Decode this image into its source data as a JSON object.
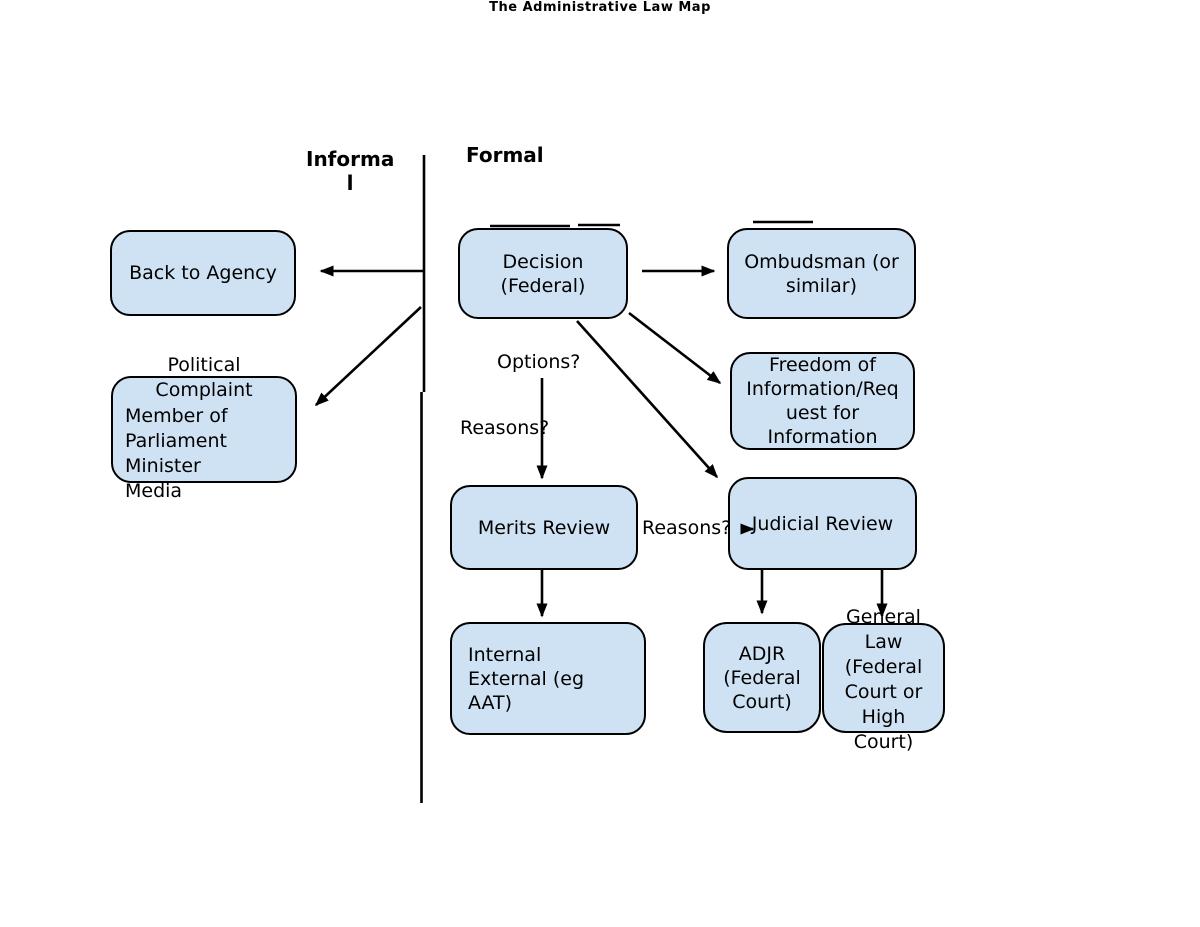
{
  "title": "The Administrative Law Map",
  "sections": {
    "informal_label": "Informa\nl",
    "formal_label": "Formal"
  },
  "nodes": {
    "back_to_agency": {
      "label": "Back to Agency"
    },
    "political": {
      "label_top": "Political\nComplaint",
      "label_list": "Member of\nParliament\nMinister\nMedia"
    },
    "decision": {
      "label": "Decision\n(Federal)"
    },
    "ombudsman": {
      "label": "Ombudsman (or\nsimilar)"
    },
    "foi": {
      "label": "Freedom of\nInformation/Req\nuest for\nInformation"
    },
    "merits_review": {
      "label": "Merits Review"
    },
    "judicial_review": {
      "label": "Judicial Review"
    },
    "internal_external": {
      "label": "Internal\nExternal (eg\nAAT)"
    },
    "adjr": {
      "label": "ADJR\n(Federal\nCourt)"
    },
    "general_law": {
      "label": "General\nLaw\n(Federal\nCourt or\nHigh\nCourt)"
    }
  },
  "labels": {
    "options": "Options?",
    "reasons_merits": "Reasons?",
    "reasons_judicial": "Reasons?"
  },
  "colors": {
    "box_fill": "#cfe2f3",
    "line": "#000000",
    "background": "#ffffff"
  }
}
